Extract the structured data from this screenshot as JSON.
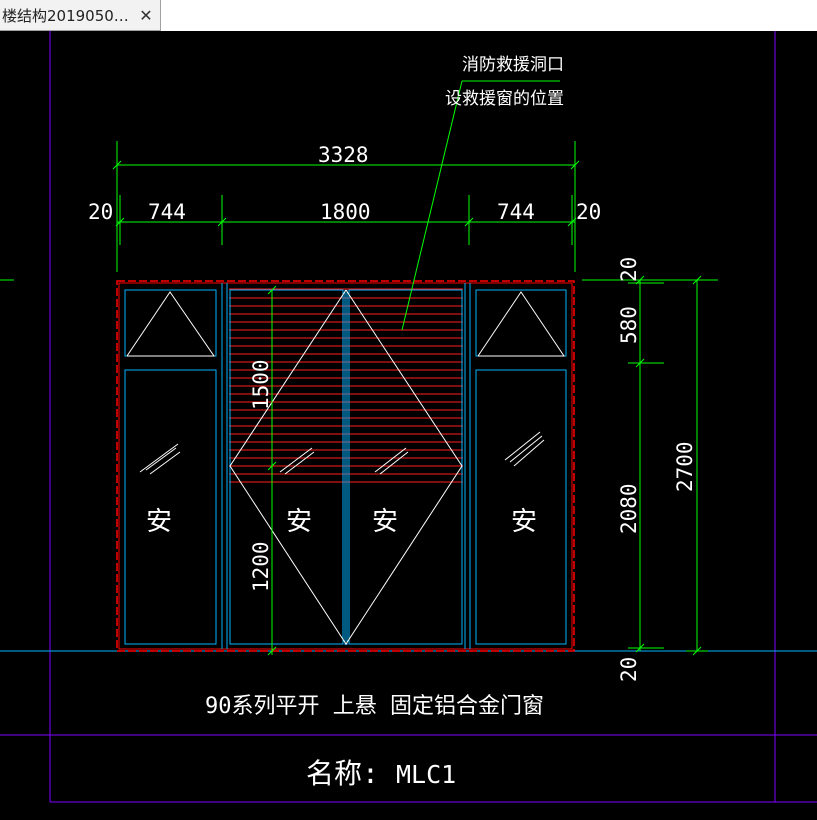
{
  "tab": {
    "title": "楼结构2019050…",
    "close_glyph": "✕"
  },
  "colors": {
    "background": "#000000",
    "frame": "#ff0000",
    "glass": "#00b4ff",
    "dimension": "#00ff00",
    "grid": "#8000ff",
    "opening_lines": "#ffffff",
    "text": "#ffffff"
  },
  "annotation": {
    "line1": "消防救援洞口",
    "line2": "设救援窗的位置"
  },
  "dimensions": {
    "overall": "3328",
    "left_margin": "20",
    "left_panel": "744",
    "center_panel": "1800",
    "right_panel": "744",
    "right_margin": "20",
    "center_upper": "1500",
    "center_lower": "1200",
    "v_top_margin": "20",
    "v_transom": "580",
    "v_door": "2080",
    "v_bottom_margin": "20",
    "v_overall": "2700"
  },
  "panel_labels": {
    "left": "安",
    "center_left": "安",
    "center_right": "安",
    "right": "安"
  },
  "caption": "90系列平开 上悬 固定铝合金门窗",
  "name_label": "名称:",
  "name_value": "MLC1"
}
